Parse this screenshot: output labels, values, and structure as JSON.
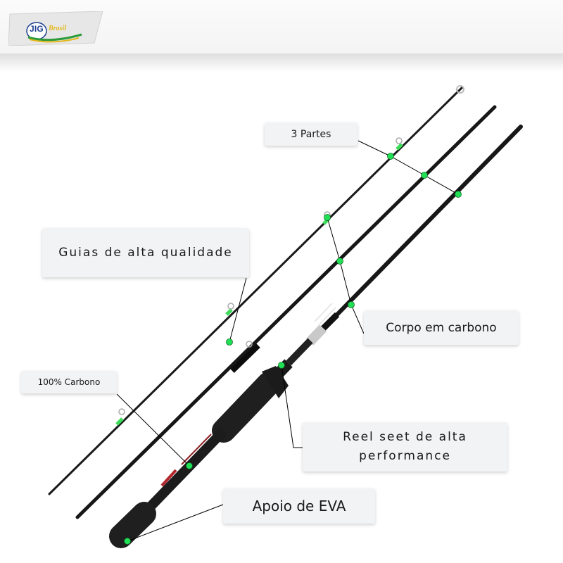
{
  "brand": {
    "logo_text": "JIG",
    "logo_sub": "Brasil"
  },
  "callouts": {
    "three_parts": "3 Partes",
    "guides": "Guias de alta qualidade",
    "carbon_body": "Corpo em carbono",
    "carbon_pct": "100% Carbono",
    "reel_seat": "Reel seet de alta performance",
    "eva_grip": "Apoio de EVA"
  },
  "colors": {
    "marker": "#22e055",
    "guide_accent": "#3ddc5a",
    "rod": "#161616",
    "grip": "#1f1f1f",
    "text": "#1a1a1a",
    "callout_bg": "#f1f3f5",
    "logo_blue": "#1c3f8f",
    "logo_yellow": "#e3b81b",
    "logo_green": "#2e9b3a"
  }
}
